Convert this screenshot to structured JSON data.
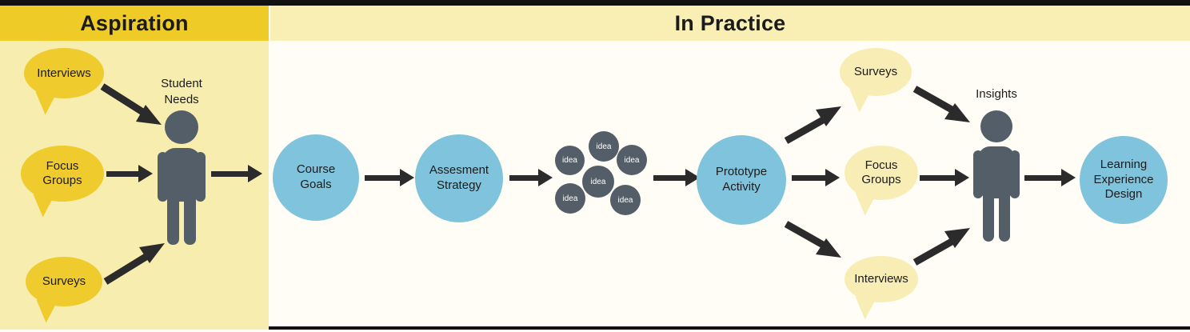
{
  "meta": {
    "diagram_title": "Aspiration vs In Practice learning design process",
    "colors": {
      "header_gold": "#EFCB27",
      "panel_pale_yellow": "#F7EDAF",
      "header_pale_yellow": "#F9EFB4",
      "right_panel_bg": "#FFFDF5",
      "bubble_gold": "#F0CB2E",
      "bubble_pale": "#F9EDB6",
      "circle_blue": "#7FC4DC",
      "figure_gray": "#545E68",
      "arrow_black": "#2B2B2B",
      "frame_black": "#111111"
    }
  },
  "panels": {
    "left": {
      "title": "Aspiration",
      "bubbles": [
        {
          "label": "Interviews"
        },
        {
          "label": "Focus\nGroups",
          "line1": "Focus",
          "line2": "Groups"
        },
        {
          "label": "Surveys"
        }
      ],
      "person_label_line1": "Student",
      "person_label_line2": "Needs",
      "person_name": "student-needs-figure"
    },
    "right": {
      "title": "In Practice",
      "steps": [
        {
          "id": "course-goals",
          "line1": "Course",
          "line2": "Goals"
        },
        {
          "id": "assessment-strategy",
          "line1": "Assesment",
          "line2": "Strategy"
        },
        {
          "id": "prototype-activity",
          "line1": "Prototype",
          "line2": "Activity"
        },
        {
          "id": "learning-experience-design",
          "line1": "Learning",
          "line2": "Experience",
          "line3": "Design"
        }
      ],
      "ideas": [
        {
          "label": "idea"
        },
        {
          "label": "idea"
        },
        {
          "label": "idea"
        },
        {
          "label": "idea"
        },
        {
          "label": "idea"
        },
        {
          "label": "idea"
        }
      ],
      "bubbles": [
        {
          "label": "Surveys"
        },
        {
          "line1": "Focus",
          "line2": "Groups"
        },
        {
          "label": "Interviews"
        }
      ],
      "person_label": "Insights",
      "person_name": "insights-figure"
    }
  }
}
